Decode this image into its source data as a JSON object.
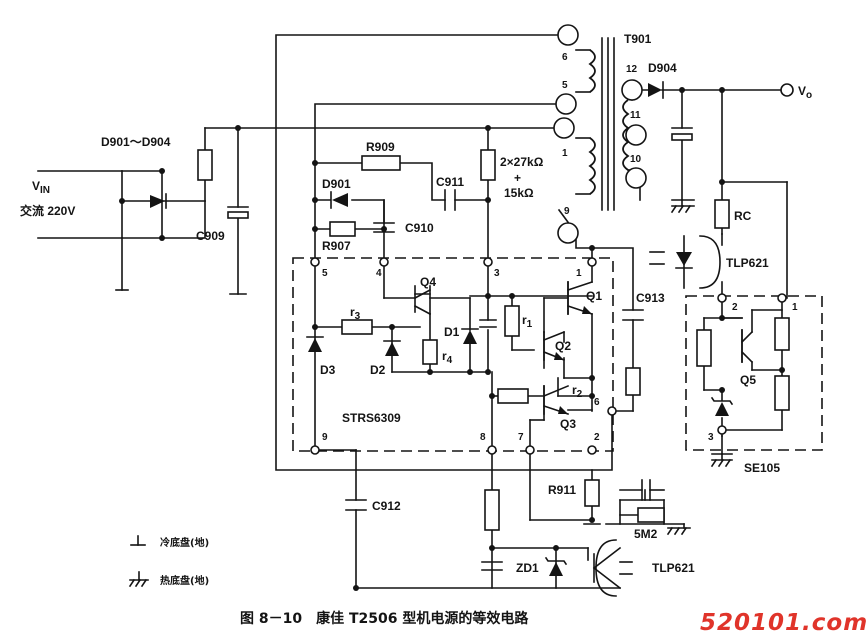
{
  "caption": "图 8－10　康佳 T2506 型机电源的等效电路",
  "watermark": "520101.com",
  "labels": {
    "vin": "V",
    "vin_sub": "IN",
    "ac": "交流 220V",
    "bridge": "D901～D904",
    "c909": "C909",
    "r909": "R909",
    "d901": "D901",
    "r907": "R907",
    "c910": "C910",
    "c911": "C911",
    "rdiv_top": "2×27kΩ",
    "rdiv_plus": "+",
    "rdiv_bot": "15kΩ",
    "t901": "T901",
    "d904": "D904",
    "vo": "V",
    "vo_sub": "o",
    "rc": "RC",
    "tlp621_top": "TLP621",
    "tlp621_bot": "TLP621",
    "c913": "C913",
    "c912": "C912",
    "r911": "R911",
    "zd1": "ZD1",
    "m2": "5M2",
    "ic": "STRS6309",
    "q1": "Q1",
    "q2": "Q2",
    "q3": "Q3",
    "q4": "Q4",
    "q5": "Q5",
    "d1": "D1",
    "d2": "D2",
    "d3": "D3",
    "r1": "r",
    "r1_sub": "1",
    "r2": "r",
    "r2_sub": "2",
    "r3": "r",
    "r3_sub": "3",
    "r4": "r",
    "r4_sub": "4",
    "se105": "SE105",
    "legend_cold": "冷底盘(地)",
    "legend_hot": "热底盘(地)"
  },
  "pins": {
    "ic_1": "1",
    "ic_2": "2",
    "ic_3": "3",
    "ic_4": "4",
    "ic_5": "5",
    "ic_6": "6",
    "ic_7": "7",
    "ic_8": "8",
    "ic_9": "9",
    "t_6": "6",
    "t_5": "5",
    "t_1": "1",
    "t_9": "9",
    "t_12": "12",
    "t_11": "11",
    "t_10": "10",
    "se_1": "1",
    "se_2": "2",
    "se_3": "3"
  }
}
